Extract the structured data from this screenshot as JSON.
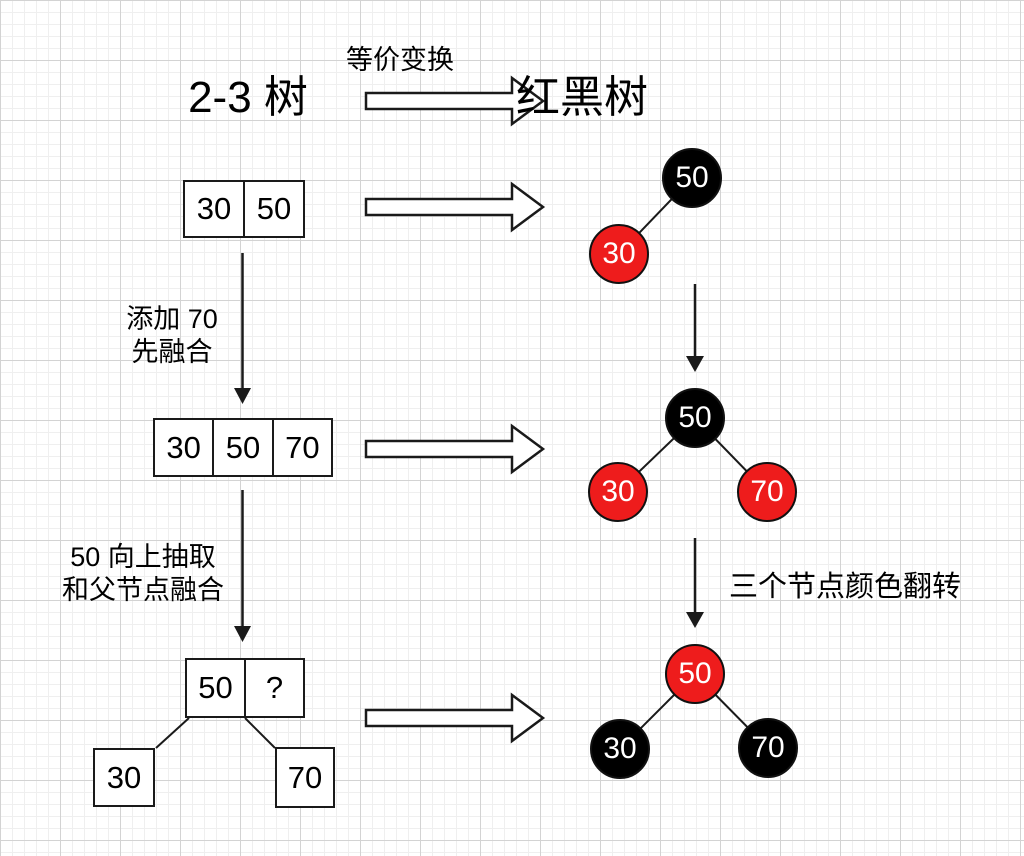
{
  "colors": {
    "red": "#EE1C1C",
    "black": "#000000",
    "line": "#1A1A1A",
    "node_text": "#FFFFFF"
  },
  "header": {
    "left_title": "2-3 树",
    "transform_label": "等价变换",
    "right_title": "红黑树"
  },
  "left_column": {
    "box1": {
      "cells": [
        "30",
        "50"
      ]
    },
    "step1_label": {
      "line1": "添加 70",
      "line2": "先融合"
    },
    "box2": {
      "cells": [
        "30",
        "50",
        "70"
      ]
    },
    "step2_label": {
      "line1": "50 向上抽取",
      "line2": "和父节点融合"
    },
    "tree": {
      "parent_cells": [
        "50",
        "?"
      ],
      "left_child": "30",
      "right_child": "70"
    }
  },
  "right_column": {
    "tree1": {
      "root": {
        "value": "50",
        "color": "black"
      },
      "left_child": {
        "value": "30",
        "color": "red"
      }
    },
    "tree2": {
      "root": {
        "value": "50",
        "color": "black"
      },
      "left_child": {
        "value": "30",
        "color": "red"
      },
      "right_child": {
        "value": "70",
        "color": "red"
      }
    },
    "flip_label": "三个节点颜色翻转",
    "tree3": {
      "root": {
        "value": "50",
        "color": "red"
      },
      "left_child": {
        "value": "30",
        "color": "black"
      },
      "right_child": {
        "value": "70",
        "color": "black"
      }
    }
  }
}
